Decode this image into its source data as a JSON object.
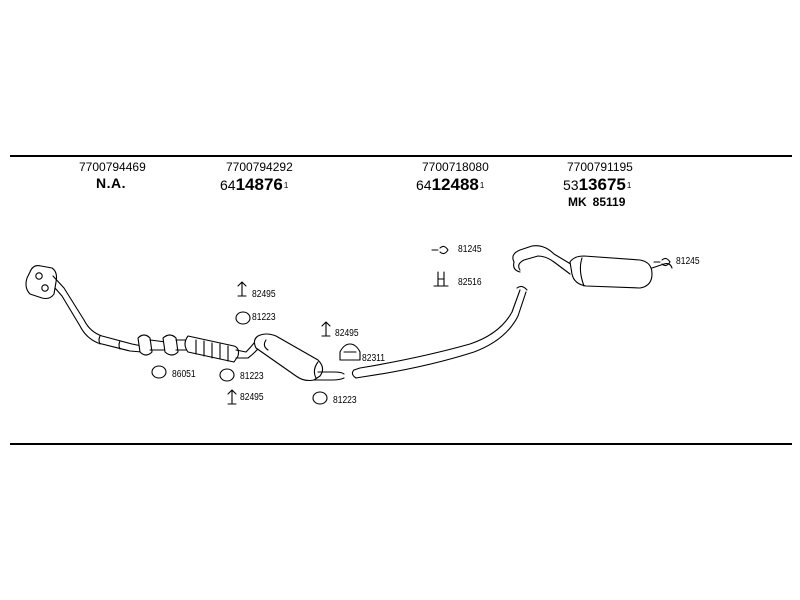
{
  "columns": [
    {
      "oe": "7700794469",
      "part_plain": "N.A."
    },
    {
      "oe": "7700794292",
      "prefix": "64",
      "part": "14876",
      "sup": "1"
    },
    {
      "oe": "7700718080",
      "prefix": "64",
      "part": "12488",
      "sup": "1"
    },
    {
      "oe": "7700791195",
      "prefix": "53",
      "part": "13675",
      "sup": "1",
      "mk_prefix": "MK",
      "mk": "85119"
    }
  ],
  "callouts": [
    "81245",
    "82516",
    "81245",
    "82495",
    "81223",
    "82495",
    "82311",
    "86051",
    "81223",
    "82495",
    "81223"
  ],
  "colors": {
    "line": "#000000",
    "background": "#ffffff"
  }
}
